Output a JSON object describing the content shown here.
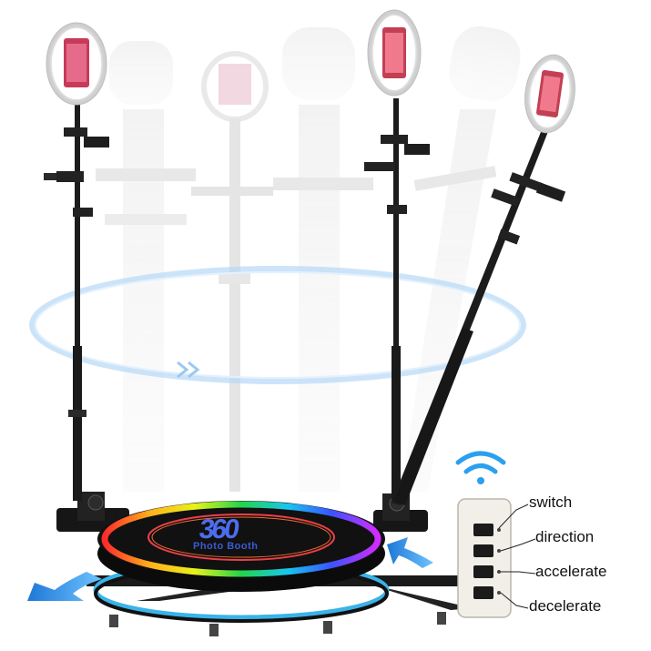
{
  "product": {
    "logo_main": "360",
    "logo_sub": "Photo Booth"
  },
  "remote": {
    "labels": {
      "switch": "switch",
      "direction": "direction",
      "accelerate": "accelerate",
      "decelerate": "decelerate"
    }
  },
  "colors": {
    "ring_arrow_blue": "#2f8be0",
    "ghost_gray": "#d9d9d9",
    "platform_black": "#111111",
    "pole_black": "#1c1c1c",
    "logo_blue": "#3b5bd6",
    "wifi_blue": "#2aa0ef",
    "remote_body": "#f1efe8"
  }
}
